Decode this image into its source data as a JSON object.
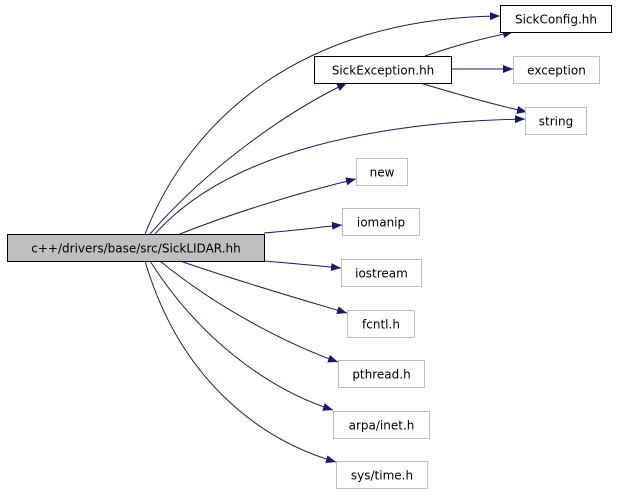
{
  "diagram": {
    "colors": {
      "edge": "#191970",
      "root_fill": "#bfbfbf",
      "documented_border": "#000000",
      "undocumented_border": "#bfbfbf",
      "background": "#ffffff"
    },
    "nodes": [
      {
        "id": "root",
        "label": "c++/drivers/base/src/SickLIDAR.hh",
        "kind": "root"
      },
      {
        "id": "sickconfig",
        "label": "SickConfig.hh",
        "kind": "documented"
      },
      {
        "id": "sickexception",
        "label": "SickException.hh",
        "kind": "documented"
      },
      {
        "id": "exception",
        "label": "exception",
        "kind": "external"
      },
      {
        "id": "string",
        "label": "string",
        "kind": "external"
      },
      {
        "id": "new",
        "label": "new",
        "kind": "external"
      },
      {
        "id": "iomanip",
        "label": "iomanip",
        "kind": "external"
      },
      {
        "id": "iostream",
        "label": "iostream",
        "kind": "external"
      },
      {
        "id": "fcntl",
        "label": "fcntl.h",
        "kind": "external"
      },
      {
        "id": "pthread",
        "label": "pthread.h",
        "kind": "external"
      },
      {
        "id": "arpainet",
        "label": "arpa/inet.h",
        "kind": "external"
      },
      {
        "id": "systime",
        "label": "sys/time.h",
        "kind": "external"
      }
    ],
    "edges": [
      {
        "from": "root",
        "to": "sickconfig"
      },
      {
        "from": "root",
        "to": "sickexception"
      },
      {
        "from": "root",
        "to": "string"
      },
      {
        "from": "root",
        "to": "new"
      },
      {
        "from": "root",
        "to": "iomanip"
      },
      {
        "from": "root",
        "to": "iostream"
      },
      {
        "from": "root",
        "to": "fcntl"
      },
      {
        "from": "root",
        "to": "pthread"
      },
      {
        "from": "root",
        "to": "arpainet"
      },
      {
        "from": "root",
        "to": "systime"
      },
      {
        "from": "sickexception",
        "to": "sickconfig"
      },
      {
        "from": "sickexception",
        "to": "exception"
      },
      {
        "from": "sickexception",
        "to": "string"
      }
    ]
  }
}
